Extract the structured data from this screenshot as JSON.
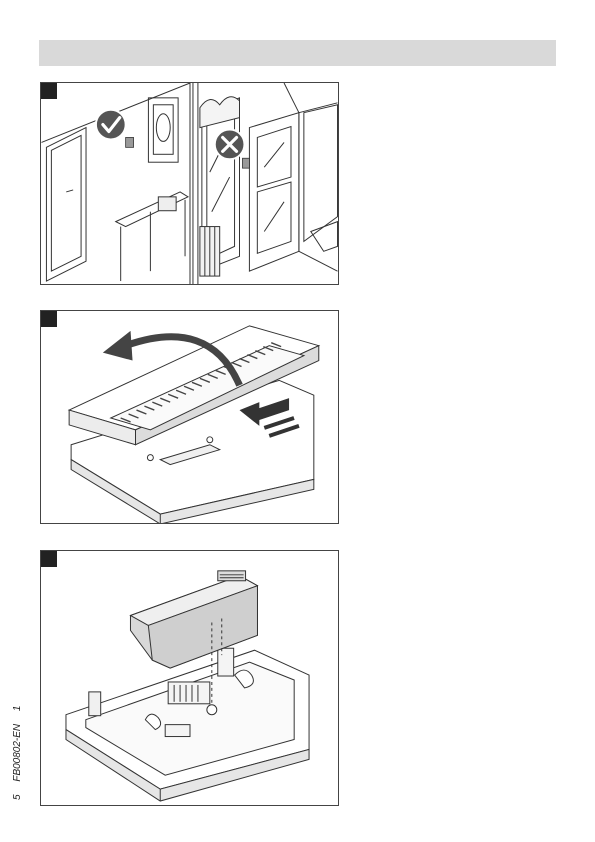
{
  "footer": {
    "page_number": "5",
    "doc_code": "FB00802-EN",
    "revision": "1"
  },
  "icons": {
    "ok_mark": "check-icon",
    "not_ok_mark": "cross-icon",
    "direction": "curved-arrow-icon"
  }
}
